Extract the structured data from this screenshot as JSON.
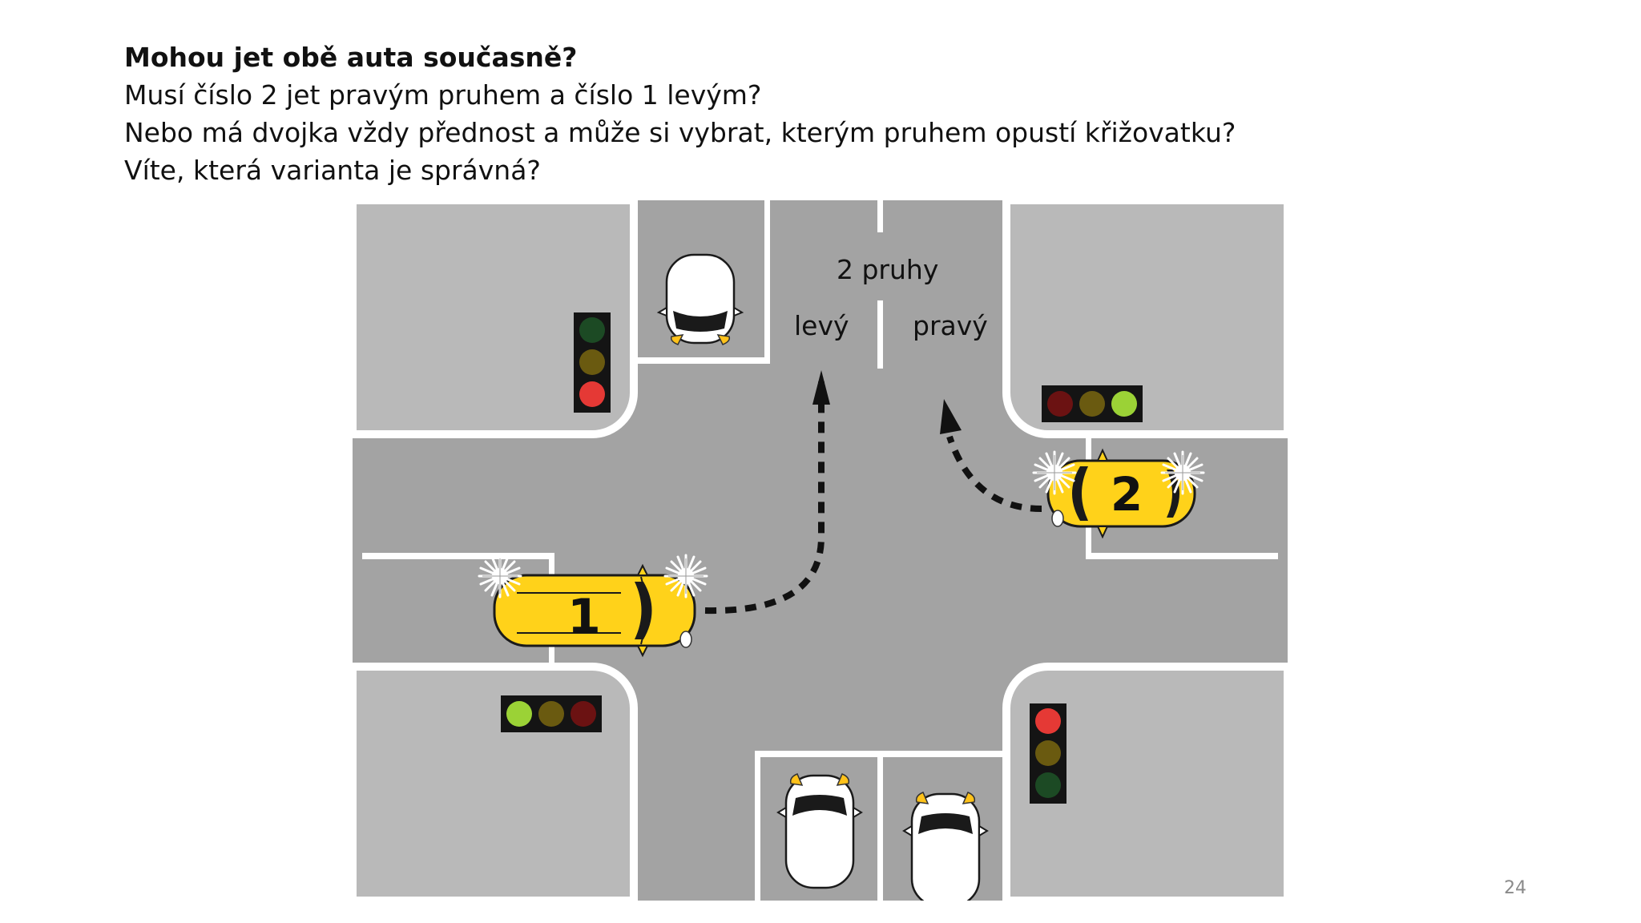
{
  "slide": {
    "question_bold": "Mohou jet obě auta současně?",
    "question_2": "Musí číslo 2 jet pravým pruhem a číslo 1 levým?",
    "question_3": "Nebo má dvojka vždy přednost a může si vybrat, kterým pruhem opustí křižovatku?",
    "question_4": "Víte, která varianta je správná?",
    "page_number": "24"
  },
  "diagram": {
    "lanes_label": "2 pruhy",
    "left_lane_label": "levý",
    "right_lane_label": "pravý",
    "car_1_number": "1",
    "car_2_number": "2"
  },
  "colors": {
    "block": "#b9b9b9",
    "road": "#a3a3a3",
    "marking": "#ffffff",
    "taxi_yellow": "#ffd21a",
    "signal_housing": "#141414",
    "light_red": "#e53935",
    "light_amber_off": "#6a5a10",
    "light_green_on": "#9bd236",
    "light_green_off": "#1c4a24",
    "light_red_off": "#6b1212"
  },
  "icons": [
    "white-car-icon",
    "taxi-car-icon",
    "traffic-light-icon",
    "turn-arrow-icon",
    "blinker-flash-icon"
  ]
}
